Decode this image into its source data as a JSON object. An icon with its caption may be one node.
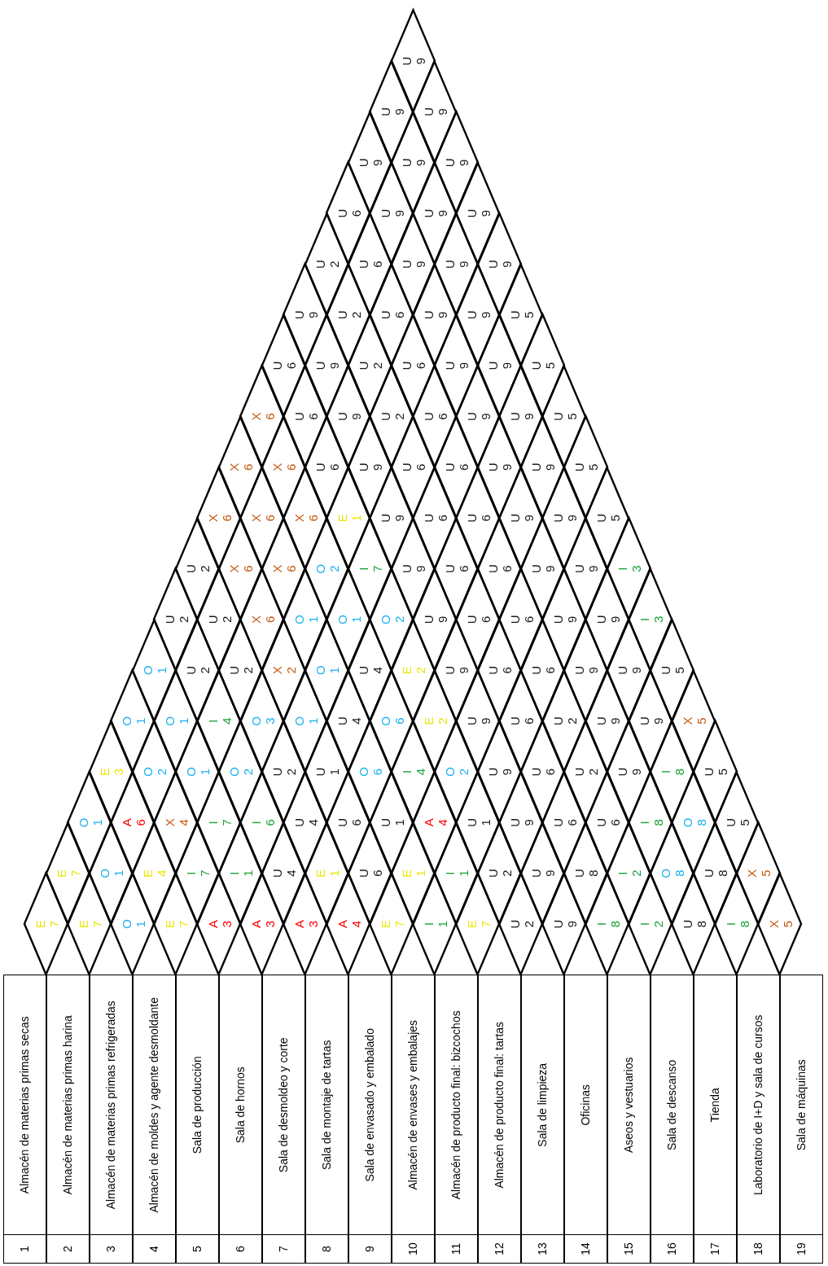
{
  "diagram": {
    "nodes": [
      {
        "text": [
          "1",
          "Almacén de materias primas secas"
        ]
      },
      {
        "text": [
          "2",
          "Almacén de materias primas harina"
        ]
      },
      {
        "text": [
          "3",
          "Almacén de materias primas refrigeradas"
        ]
      },
      {
        "text": [
          "4",
          "Almacén de moldes y agente desmoldante"
        ]
      },
      {
        "text": [
          "5",
          "Sala de producción"
        ]
      },
      {
        "text": [
          "6",
          "Sala de hornos"
        ]
      },
      {
        "text": [
          "7",
          "Sala de desmoldeo y corte"
        ]
      },
      {
        "text": [
          "8",
          "Sala de montaje de tartas"
        ]
      },
      {
        "text": [
          "9",
          "Sala de envasado y embalado"
        ]
      },
      {
        "text": [
          "10",
          "Almacén de envases y embalajes"
        ]
      },
      {
        "text": [
          "11",
          "Almacén de producto final: bizcochos"
        ]
      },
      {
        "text": [
          "12",
          "Almacén de producto final: tartas"
        ]
      },
      {
        "text": [
          "13",
          "Sala de limpieza"
        ]
      },
      {
        "text": [
          "14",
          "Oficinas"
        ]
      },
      {
        "text": [
          "15",
          "Aseos y vestuarios"
        ]
      },
      {
        "text": [
          "16",
          "Sala de descanso"
        ]
      },
      {
        "text": [
          "17",
          "Tienda"
        ]
      },
      {
        "text": [
          "18",
          "Laboratorio de I+D y sala de cursos"
        ]
      },
      {
        "text": [
          "19",
          "Sala de máquinas"
        ]
      },
      {
        "text": [
          "E",
          "7"
        ]
      },
      {
        "text": [
          "E",
          "7"
        ]
      },
      {
        "text": [
          "O",
          "1"
        ]
      },
      {
        "text": [
          "E",
          "7"
        ]
      },
      {
        "text": [
          "A",
          "3"
        ]
      },
      {
        "text": [
          "A",
          "3"
        ]
      },
      {
        "text": [
          "A",
          "3"
        ]
      },
      {
        "text": [
          "A",
          "4"
        ]
      },
      {
        "text": [
          "E",
          "7"
        ]
      },
      {
        "text": [
          "I",
          "1"
        ]
      },
      {
        "text": [
          "E",
          "7"
        ]
      },
      {
        "text": [
          "U",
          "2"
        ]
      },
      {
        "text": [
          "U",
          "9"
        ]
      },
      {
        "text": [
          "I",
          "8"
        ]
      },
      {
        "text": [
          "I",
          "2"
        ]
      },
      {
        "text": [
          "U",
          "8"
        ]
      },
      {
        "text": [
          "I",
          "8"
        ]
      },
      {
        "text": [
          "X",
          "5"
        ]
      },
      {
        "text": [
          "E",
          "7"
        ]
      },
      {
        "text": [
          "O",
          "1"
        ]
      },
      {
        "text": [
          "E",
          "4"
        ]
      },
      {
        "text": [
          "I",
          "7"
        ]
      },
      {
        "text": [
          "I",
          "1"
        ]
      },
      {
        "text": [
          "U",
          "4"
        ]
      },
      {
        "text": [
          "E",
          "1"
        ]
      },
      {
        "text": [
          "U",
          "6"
        ]
      },
      {
        "text": [
          "E",
          "1"
        ]
      },
      {
        "text": [
          "I",
          "1"
        ]
      },
      {
        "text": [
          "U",
          "2"
        ]
      },
      {
        "text": [
          "U",
          "9"
        ]
      },
      {
        "text": [
          "U",
          "8"
        ]
      },
      {
        "text": [
          "I",
          "2"
        ]
      },
      {
        "text": [
          "O",
          "8"
        ]
      },
      {
        "text": [
          "U",
          "8"
        ]
      },
      {
        "text": [
          "X",
          "5"
        ]
      },
      {
        "text": [
          "O",
          "1"
        ]
      },
      {
        "text": [
          "A",
          "6"
        ]
      },
      {
        "text": [
          "X",
          "4"
        ]
      },
      {
        "text": [
          "I",
          "7"
        ]
      },
      {
        "text": [
          "I",
          "6"
        ]
      },
      {
        "text": [
          "U",
          "4"
        ]
      },
      {
        "text": [
          "U",
          "6"
        ]
      },
      {
        "text": [
          "U",
          "1"
        ]
      },
      {
        "text": [
          "A",
          "4"
        ]
      },
      {
        "text": [
          "U",
          "1"
        ]
      },
      {
        "text": [
          "U",
          "9"
        ]
      },
      {
        "text": [
          "U",
          "6"
        ]
      },
      {
        "text": [
          "U",
          "6"
        ]
      },
      {
        "text": [
          "I",
          "8"
        ]
      },
      {
        "text": [
          "O",
          "8"
        ]
      },
      {
        "text": [
          "U",
          "5"
        ]
      },
      {
        "text": [
          "E",
          "3"
        ]
      },
      {
        "text": [
          "O",
          "2"
        ]
      },
      {
        "text": [
          "O",
          "1"
        ]
      },
      {
        "text": [
          "O",
          "2"
        ]
      },
      {
        "text": [
          "U",
          "2"
        ]
      },
      {
        "text": [
          "U",
          "1"
        ]
      },
      {
        "text": [
          "O",
          "6"
        ]
      },
      {
        "text": [
          "I",
          "4"
        ]
      },
      {
        "text": [
          "O",
          "2"
        ]
      },
      {
        "text": [
          "U",
          "9"
        ]
      },
      {
        "text": [
          "U",
          "6"
        ]
      },
      {
        "text": [
          "U",
          "2"
        ]
      },
      {
        "text": [
          "U",
          "9"
        ]
      },
      {
        "text": [
          "I",
          "8"
        ]
      },
      {
        "text": [
          "U",
          "5"
        ]
      },
      {
        "text": [
          "O",
          "1"
        ]
      },
      {
        "text": [
          "O",
          "1"
        ]
      },
      {
        "text": [
          "I",
          "4"
        ]
      },
      {
        "text": [
          "O",
          "3"
        ]
      },
      {
        "text": [
          "O",
          "1"
        ]
      },
      {
        "text": [
          "U",
          "4"
        ]
      },
      {
        "text": [
          "O",
          "6"
        ]
      },
      {
        "text": [
          "E",
          "2"
        ]
      },
      {
        "text": [
          "U",
          "9"
        ]
      },
      {
        "text": [
          "U",
          "6"
        ]
      },
      {
        "text": [
          "U",
          "2"
        ]
      },
      {
        "text": [
          "U",
          "9"
        ]
      },
      {
        "text": [
          "U",
          "9"
        ]
      },
      {
        "text": [
          "X",
          "5"
        ]
      },
      {
        "text": [
          "O",
          "1"
        ]
      },
      {
        "text": [
          "U",
          "2"
        ]
      },
      {
        "text": [
          "U",
          "2"
        ]
      },
      {
        "text": [
          "X",
          "2"
        ]
      },
      {
        "text": [
          "O",
          "1"
        ]
      },
      {
        "text": [
          "U",
          "4"
        ]
      },
      {
        "text": [
          "E",
          "2"
        ]
      },
      {
        "text": [
          "U",
          "9"
        ]
      },
      {
        "text": [
          "U",
          "6"
        ]
      },
      {
        "text": [
          "U",
          "6"
        ]
      },
      {
        "text": [
          "U",
          "9"
        ]
      },
      {
        "text": [
          "U",
          "9"
        ]
      },
      {
        "text": [
          "U",
          "5"
        ]
      },
      {
        "text": [
          "U",
          "2"
        ]
      },
      {
        "text": [
          "U",
          "2"
        ]
      },
      {
        "text": [
          "X",
          "6"
        ]
      },
      {
        "text": [
          "O",
          "1"
        ]
      },
      {
        "text": [
          "O",
          "1"
        ]
      },
      {
        "text": [
          "O",
          "2"
        ]
      },
      {
        "text": [
          "U",
          "9"
        ]
      },
      {
        "text": [
          "U",
          "6"
        ]
      },
      {
        "text": [
          "U",
          "6"
        ]
      },
      {
        "text": [
          "U",
          "9"
        ]
      },
      {
        "text": [
          "U",
          "9"
        ]
      },
      {
        "text": [
          "I",
          "3"
        ]
      },
      {
        "text": [
          "U",
          "2"
        ]
      },
      {
        "text": [
          "X",
          "6"
        ]
      },
      {
        "text": [
          "X",
          "6"
        ]
      },
      {
        "text": [
          "O",
          "2"
        ]
      },
      {
        "text": [
          "I",
          "7"
        ]
      },
      {
        "text": [
          "U",
          "9"
        ]
      },
      {
        "text": [
          "U",
          "6"
        ]
      },
      {
        "text": [
          "U",
          "6"
        ]
      },
      {
        "text": [
          "U",
          "9"
        ]
      },
      {
        "text": [
          "U",
          "9"
        ]
      },
      {
        "text": [
          "I",
          "3"
        ]
      },
      {
        "text": [
          "X",
          "6"
        ]
      },
      {
        "text": [
          "X",
          "6"
        ]
      },
      {
        "text": [
          "X",
          "6"
        ]
      },
      {
        "text": [
          "E",
          "1"
        ]
      },
      {
        "text": [
          "U",
          "9"
        ]
      },
      {
        "text": [
          "U",
          "6"
        ]
      },
      {
        "text": [
          "U",
          "6"
        ]
      },
      {
        "text": [
          "U",
          "9"
        ]
      },
      {
        "text": [
          "U",
          "9"
        ]
      },
      {
        "text": [
          "U",
          "5"
        ]
      },
      {
        "text": [
          "X",
          "6"
        ]
      },
      {
        "text": [
          "X",
          "6"
        ]
      },
      {
        "text": [
          "U",
          "6"
        ]
      },
      {
        "text": [
          "U",
          "9"
        ]
      },
      {
        "text": [
          "U",
          "6"
        ]
      },
      {
        "text": [
          "U",
          "6"
        ]
      },
      {
        "text": [
          "U",
          "9"
        ]
      },
      {
        "text": [
          "U",
          "9"
        ]
      },
      {
        "text": [
          "U",
          "5"
        ]
      },
      {
        "text": [
          "X",
          "6"
        ]
      },
      {
        "text": [
          "U",
          "6"
        ]
      },
      {
        "text": [
          "U",
          "9"
        ]
      },
      {
        "text": [
          "U",
          "2"
        ]
      },
      {
        "text": [
          "U",
          "6"
        ]
      },
      {
        "text": [
          "U",
          "9"
        ]
      },
      {
        "text": [
          "U",
          "9"
        ]
      },
      {
        "text": [
          "U",
          "5"
        ]
      },
      {
        "text": [
          "U",
          "6"
        ]
      },
      {
        "text": [
          "U",
          "9"
        ]
      },
      {
        "text": [
          "U",
          "2"
        ]
      },
      {
        "text": [
          "U",
          "6"
        ]
      },
      {
        "text": [
          "U",
          "9"
        ]
      },
      {
        "text": [
          "U",
          "9"
        ]
      },
      {
        "text": [
          "U",
          "5"
        ]
      },
      {
        "text": [
          "U",
          "9"
        ]
      },
      {
        "text": [
          "U",
          "2"
        ]
      },
      {
        "text": [
          "U",
          "6"
        ]
      },
      {
        "text": [
          "U",
          "9"
        ]
      },
      {
        "text": [
          "U",
          "9"
        ]
      },
      {
        "text": [
          "U",
          "5"
        ]
      },
      {
        "text": [
          "U",
          "2"
        ]
      },
      {
        "text": [
          "U",
          "6"
        ]
      },
      {
        "text": [
          "U",
          "9"
        ]
      },
      {
        "text": [
          "U",
          "9"
        ]
      },
      {
        "text": [
          "U",
          "9"
        ]
      },
      {
        "text": [
          "U",
          "6"
        ]
      },
      {
        "text": [
          "U",
          "9"
        ]
      },
      {
        "text": [
          "U",
          "9"
        ]
      },
      {
        "text": [
          "U",
          "9"
        ]
      },
      {
        "text": [
          "U",
          "9"
        ]
      },
      {
        "text": [
          "U",
          "9"
        ]
      },
      {
        "text": [
          "U",
          "9"
        ]
      },
      {
        "text": [
          "U",
          "9"
        ]
      },
      {
        "text": [
          "U",
          "9"
        ]
      },
      {
        "text": [
          "U",
          "9"
        ]
      }
    ]
  }
}
